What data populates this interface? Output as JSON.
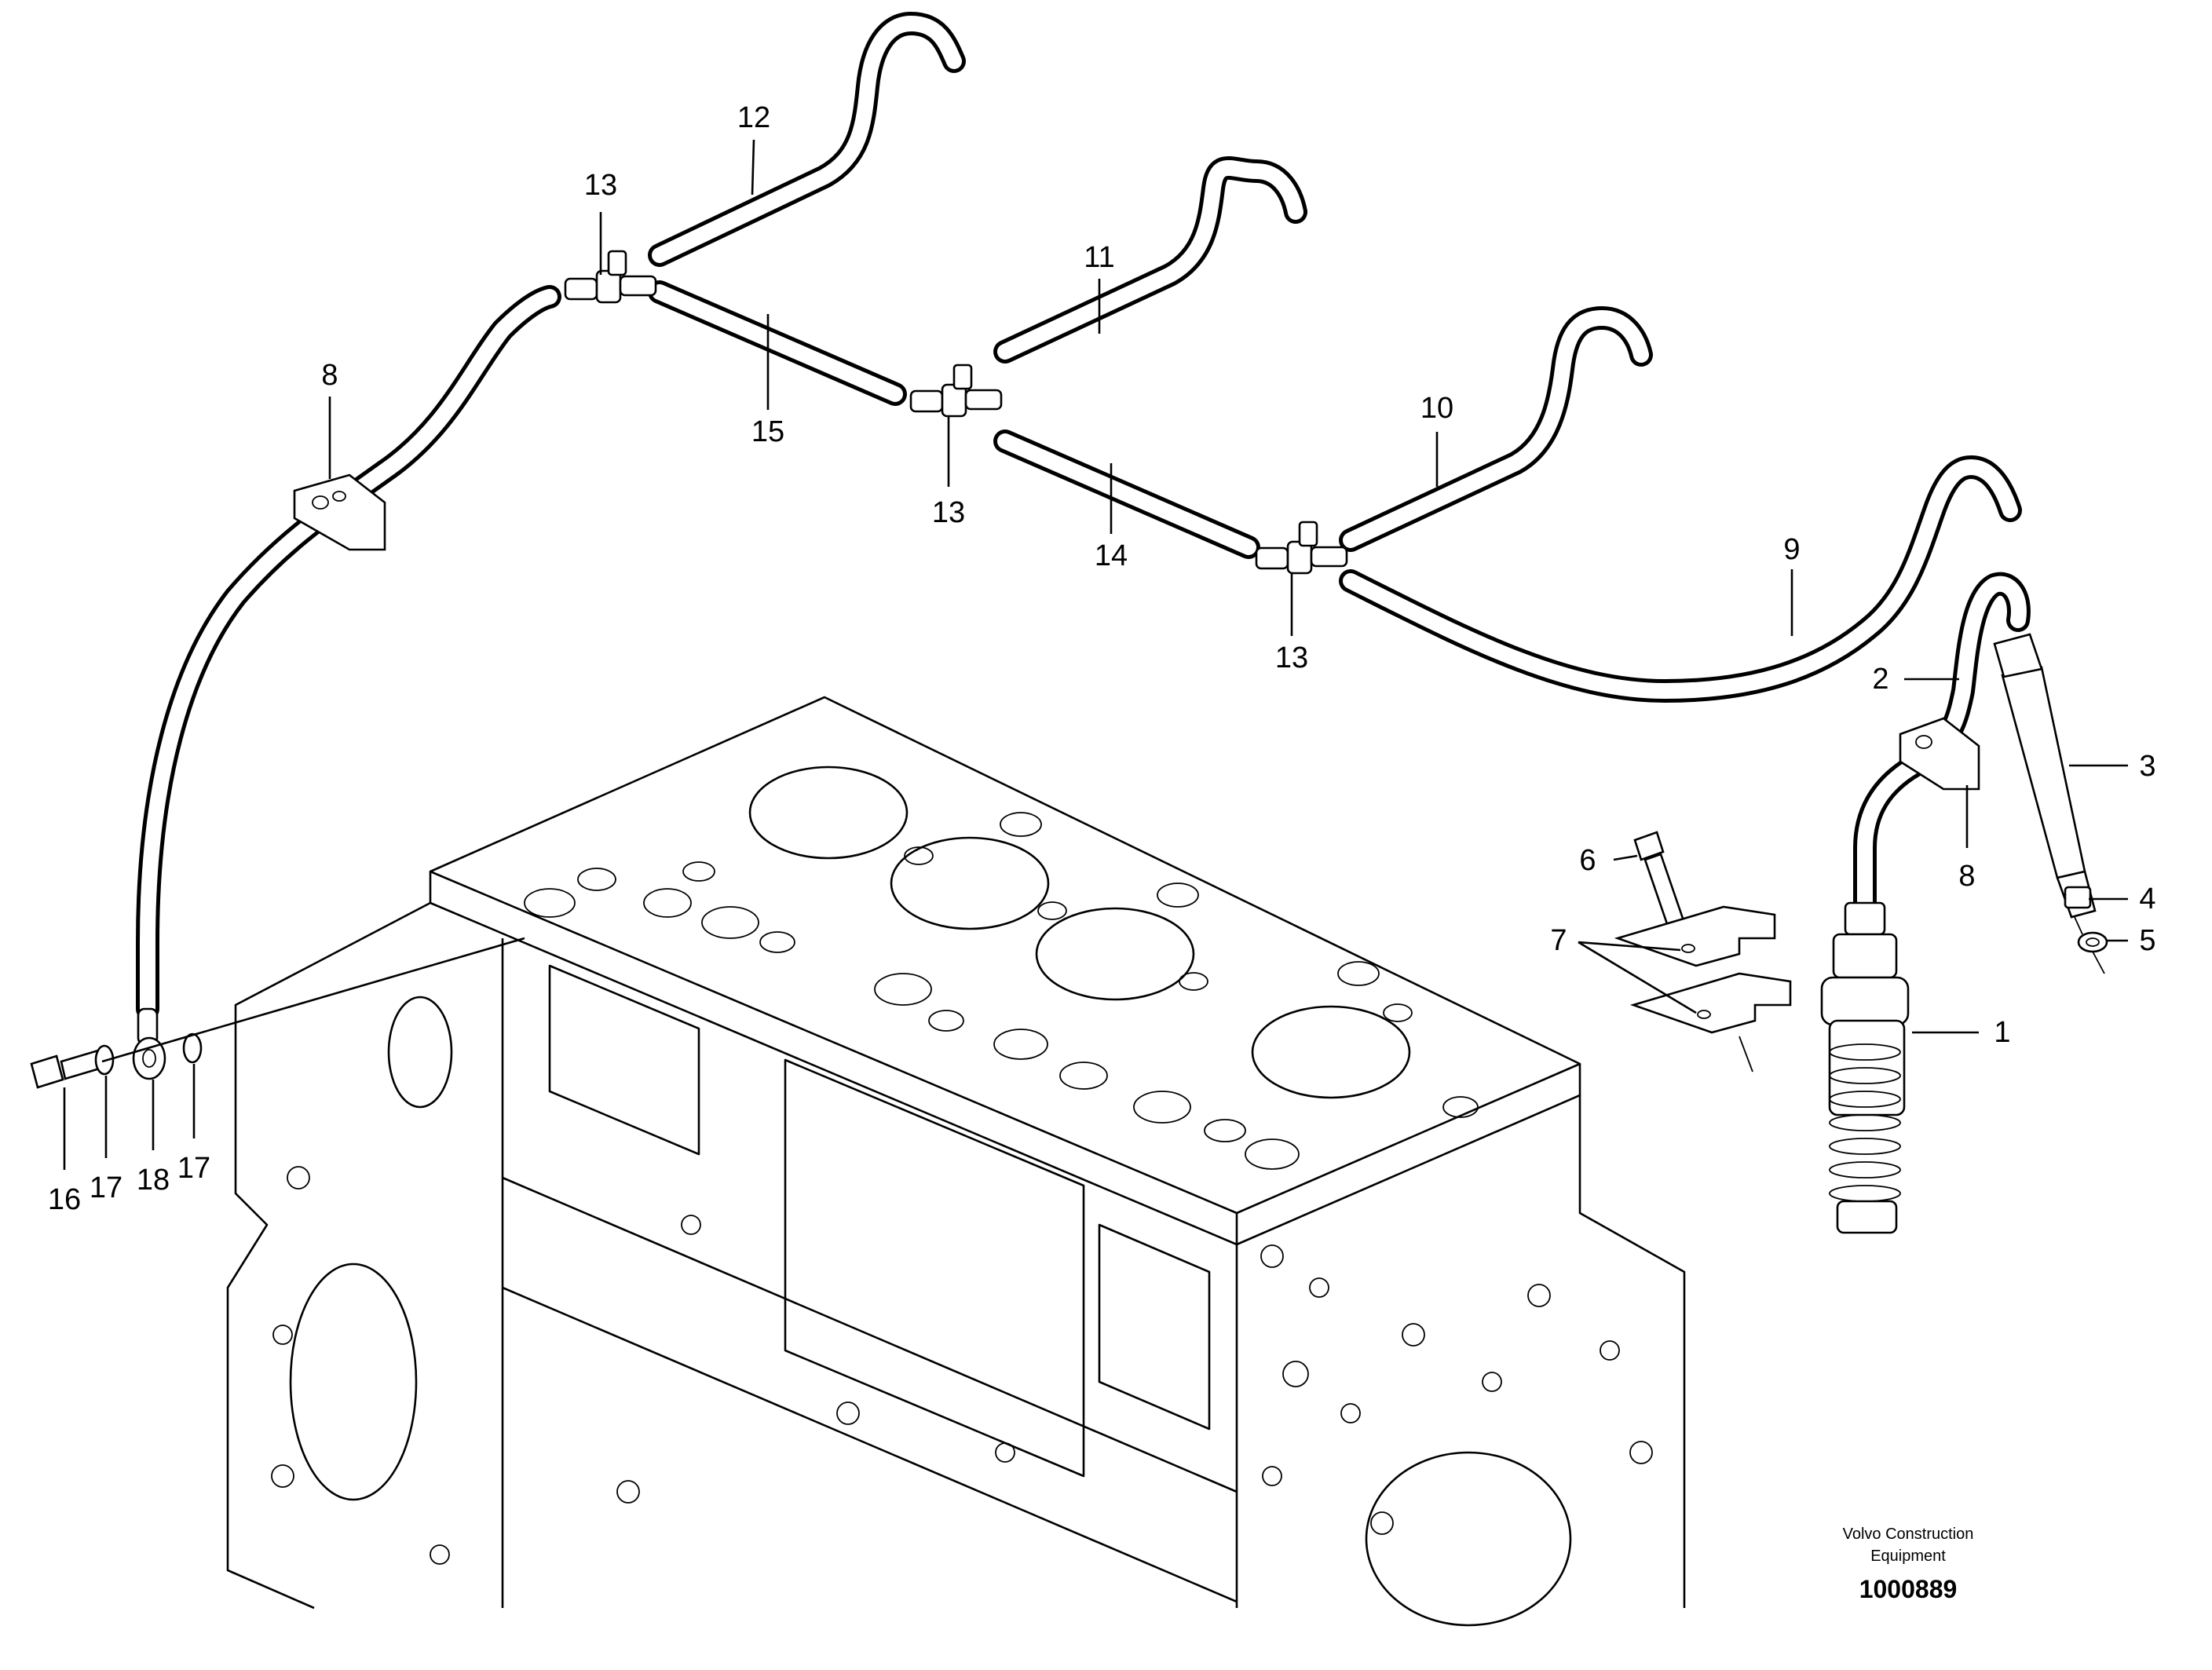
{
  "callouts": {
    "c1": "1",
    "c2": "2",
    "c3": "3",
    "c4": "4",
    "c5": "5",
    "c6": "6",
    "c7": "7",
    "c8a": "8",
    "c8b": "8",
    "c9": "9",
    "c10": "10",
    "c11": "11",
    "c12": "12",
    "c13a": "13",
    "c13b": "13",
    "c13c": "13",
    "c14": "14",
    "c15": "15",
    "c16": "16",
    "c17a": "17",
    "c17b": "17",
    "c18": "18"
  },
  "footer": {
    "company_line1": "Volvo Construction",
    "company_line2": "Equipment",
    "document_number": "1000889"
  }
}
